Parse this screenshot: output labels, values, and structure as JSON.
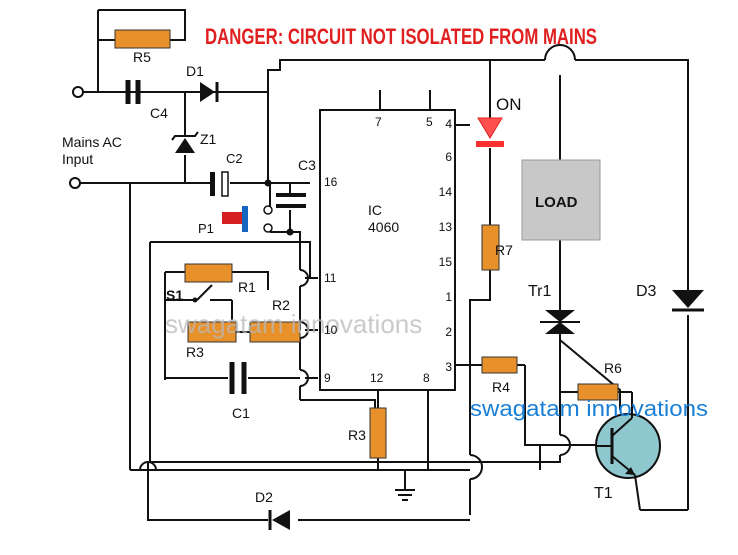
{
  "title": "DANGER: CIRCUIT NOT ISOLATED FROM MAINS",
  "watermark": "swagatam innovations",
  "brand": "swagatam innovations",
  "colors": {
    "danger": "#e02020",
    "resistor": "#e8902a",
    "brand": "#1a7fd6",
    "load": "#c8c8c8",
    "transistor": "#8fc7cf",
    "led": "#ff3030",
    "button": "#d42020",
    "button_plate": "#1565c0"
  },
  "labels": {
    "mains_line1": "Mains AC",
    "mains_line2": "Input",
    "R5": "R5",
    "C4": "C4",
    "D1": "D1",
    "Z1": "Z1",
    "C2": "C2",
    "C3": "C3",
    "P1": "P1",
    "R1": "R1",
    "S1": "S1",
    "R2": "R2",
    "R3_left": "R3",
    "C1": "C1",
    "R3_bottom": "R3",
    "D2": "D2",
    "ON": "ON",
    "R7": "R7",
    "LOAD": "LOAD",
    "Tr1": "Tr1",
    "D3": "D3",
    "R6": "R6",
    "R4": "R4",
    "T1": "T1",
    "ic_line1": "IC",
    "ic_line2": "4060"
  },
  "ic_pins": {
    "top_left": "7",
    "top_right": "5",
    "left_16": "16",
    "left_11": "11",
    "left_10": "10",
    "left_9": "9",
    "bottom_12": "12",
    "bottom_8": "8",
    "right": [
      "4",
      "6",
      "14",
      "13",
      "15",
      "1",
      "2",
      "3"
    ]
  }
}
